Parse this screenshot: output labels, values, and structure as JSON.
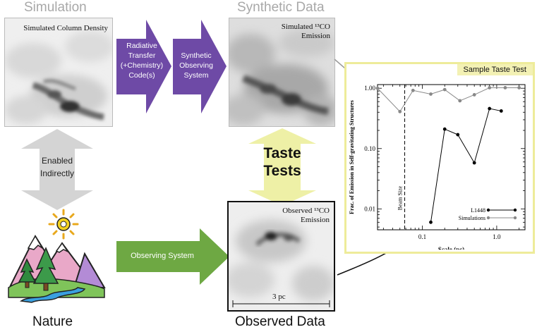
{
  "titles": {
    "simulation": "Simulation",
    "synthetic_data": "Synthetic Data",
    "nature": "Nature",
    "observed_data": "Observed Data"
  },
  "panels": {
    "sim_column_density": "Simulated Column Density",
    "sim_13co_line1": "Simulated ¹³CO",
    "sim_13co_line2": "Emission",
    "obs_13co_line1": "Observed ¹³CO",
    "obs_13co_line2": "Emission",
    "scale_bar": "3 pc"
  },
  "arrows": {
    "radiative_transfer": [
      "Radiative",
      "Transfer",
      "(+Chemistry)",
      "Code(s)"
    ],
    "synthetic_observing": [
      "Synthetic",
      "Observing",
      "System"
    ],
    "observing_system": "Observing System",
    "enabled_indirectly": [
      "Enabled",
      "Indirectly"
    ],
    "taste_tests": [
      "Taste",
      "Tests"
    ]
  },
  "inset": {
    "title": "Sample Taste Test"
  },
  "colors": {
    "purple": "#6e4aa6",
    "green": "#6ea843",
    "yellow_arrow": "#eef0a6",
    "inset_border": "#eeec9a",
    "inset_title_bg": "#f3f1b4",
    "gray_arrow": "#d4d4d4"
  },
  "chart_data": {
    "type": "line",
    "xlabel": "Scale (pc)",
    "ylabel": "Frac. of Emission in Self-gravitating Structures",
    "xscale": "log",
    "yscale": "log",
    "xlim": [
      0.025,
      2.4
    ],
    "ylim": [
      0.0045,
      1.15
    ],
    "xticks": [
      {
        "v": 0.1,
        "label": "0.1"
      },
      {
        "v": 1.0,
        "label": "1.0"
      }
    ],
    "yticks": [
      {
        "v": 0.01,
        "label": "0.01"
      },
      {
        "v": 0.1,
        "label": "0.10"
      },
      {
        "v": 1.0,
        "label": "1.00"
      }
    ],
    "vline": {
      "x": 0.058,
      "label": "Beam Size"
    },
    "legend_position": "bottom-right",
    "series": [
      {
        "name": "L1448",
        "color": "#000000",
        "x": [
          0.13,
          0.2,
          0.3,
          0.5,
          0.8,
          1.15
        ],
        "y": [
          0.006,
          0.21,
          0.17,
          0.058,
          0.46,
          0.42
        ]
      },
      {
        "name": "Simulations",
        "color": "#888888",
        "x": [
          0.025,
          0.05,
          0.075,
          0.13,
          0.2,
          0.32,
          0.5,
          0.8,
          1.3,
          2.0
        ],
        "y": [
          1.0,
          0.41,
          0.92,
          0.8,
          0.95,
          0.62,
          0.78,
          1.02,
          1.02,
          1.02
        ]
      }
    ]
  }
}
